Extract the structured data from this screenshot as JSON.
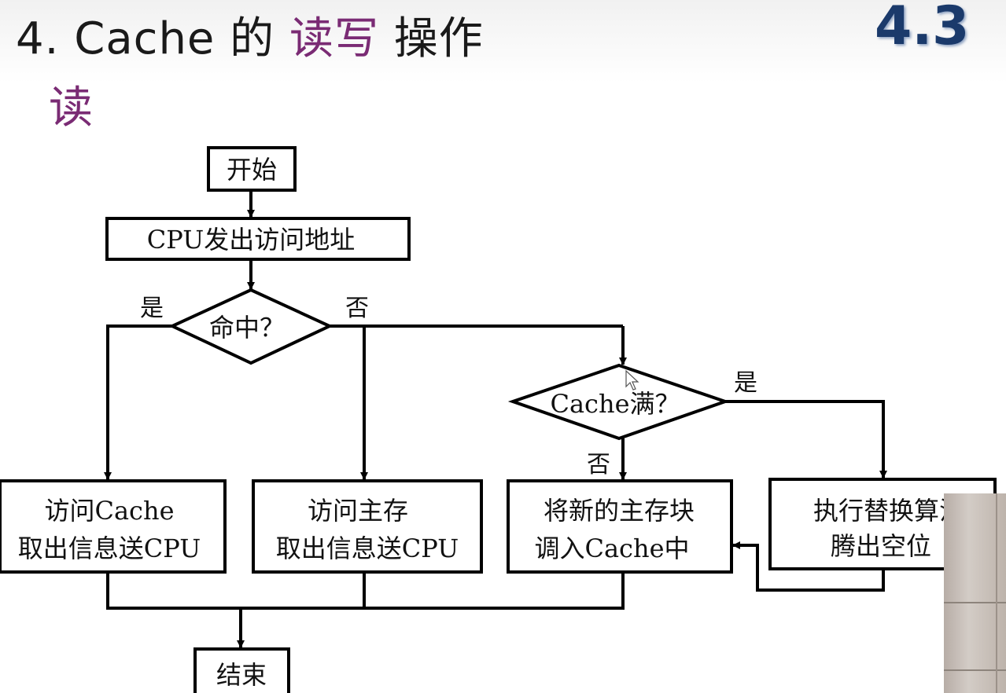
{
  "slide": {
    "title_prefix": "4. Cache 的 ",
    "title_highlight": "读写",
    "title_suffix": " 操作",
    "section_number": "4.3",
    "subtitle": "读"
  },
  "flowchart": {
    "start": "开始",
    "send_address": "CPU发出访问地址",
    "hit_decision": "命中？",
    "hit_yes": "是",
    "hit_no": "否",
    "full_decision": "Cache满？",
    "full_yes": "是",
    "full_no": "否",
    "access_cache_line1": "访问Cache",
    "access_cache_line2": "取出信息送CPU",
    "access_main_line1": "访问主存",
    "access_main_line2": "取出信息送CPU",
    "load_block_line1": "将新的主存块",
    "load_block_line2": "调入Cache中",
    "replace_line1": "执行替换算法",
    "replace_line2": "腾出空位",
    "end": "结束"
  }
}
